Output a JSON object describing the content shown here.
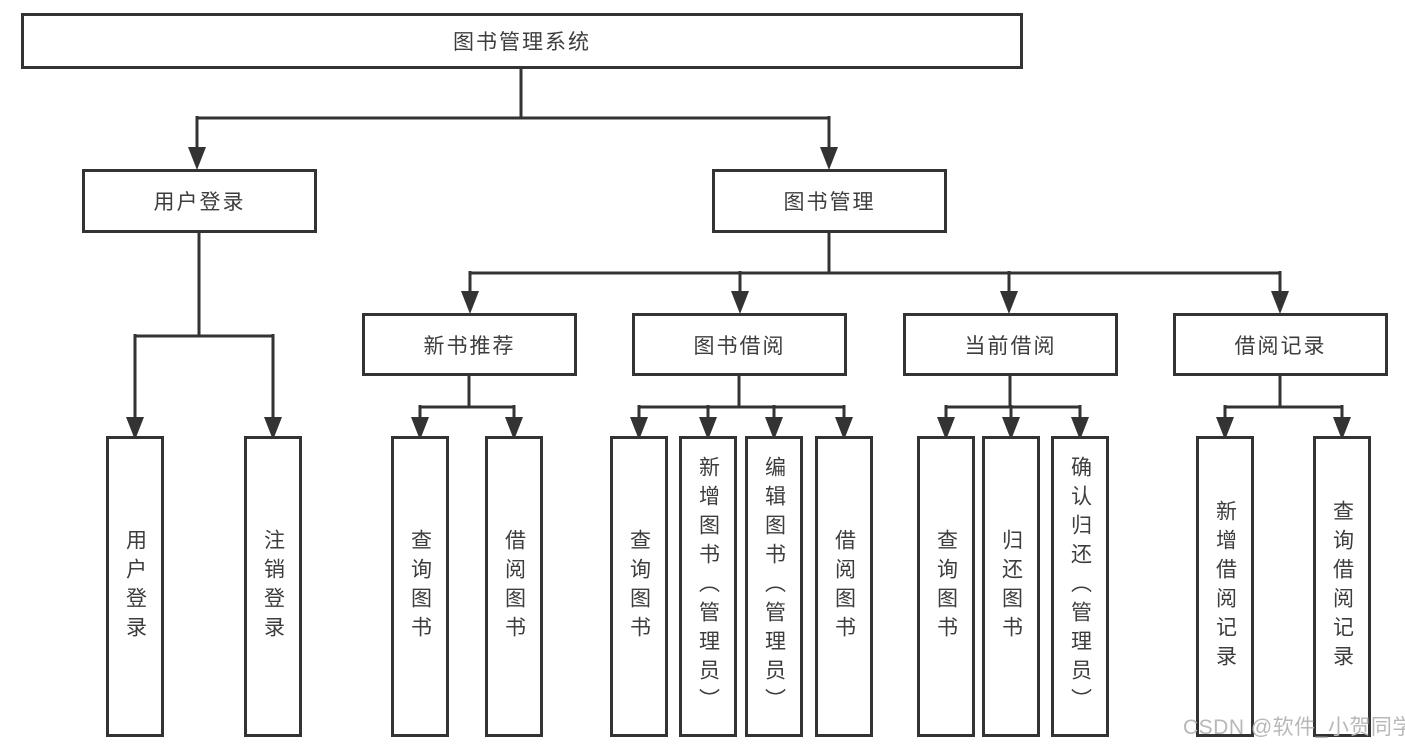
{
  "title": {
    "label": "图书管理系统"
  },
  "level2": {
    "user_login": "用户登录",
    "book_mgmt": "图书管理"
  },
  "level3": {
    "new_books": "新书推荐",
    "book_borrow": "图书借阅",
    "current_borrow": "当前借阅",
    "borrow_records": "借阅记录"
  },
  "leaves": {
    "user_login": [
      "用户登录",
      "注销登录"
    ],
    "new_books": [
      "查询图书",
      "借阅图书"
    ],
    "book_borrow": [
      "查询图书",
      "新增图书（管理员）",
      "编辑图书（管理员）",
      "借阅图书"
    ],
    "current_borrow": [
      "查询图书",
      "归还图书",
      "确认归还（管理员）"
    ],
    "borrow_records": [
      "新增借阅记录",
      "查询借阅记录"
    ]
  },
  "watermark": {
    "text": "CSDN @软件_小贺同学"
  },
  "colors": {
    "line": "#333333",
    "border": "#333333",
    "text": "#3d3d3d",
    "background": "#ffffff",
    "watermark_color": "#b8b8b8"
  }
}
